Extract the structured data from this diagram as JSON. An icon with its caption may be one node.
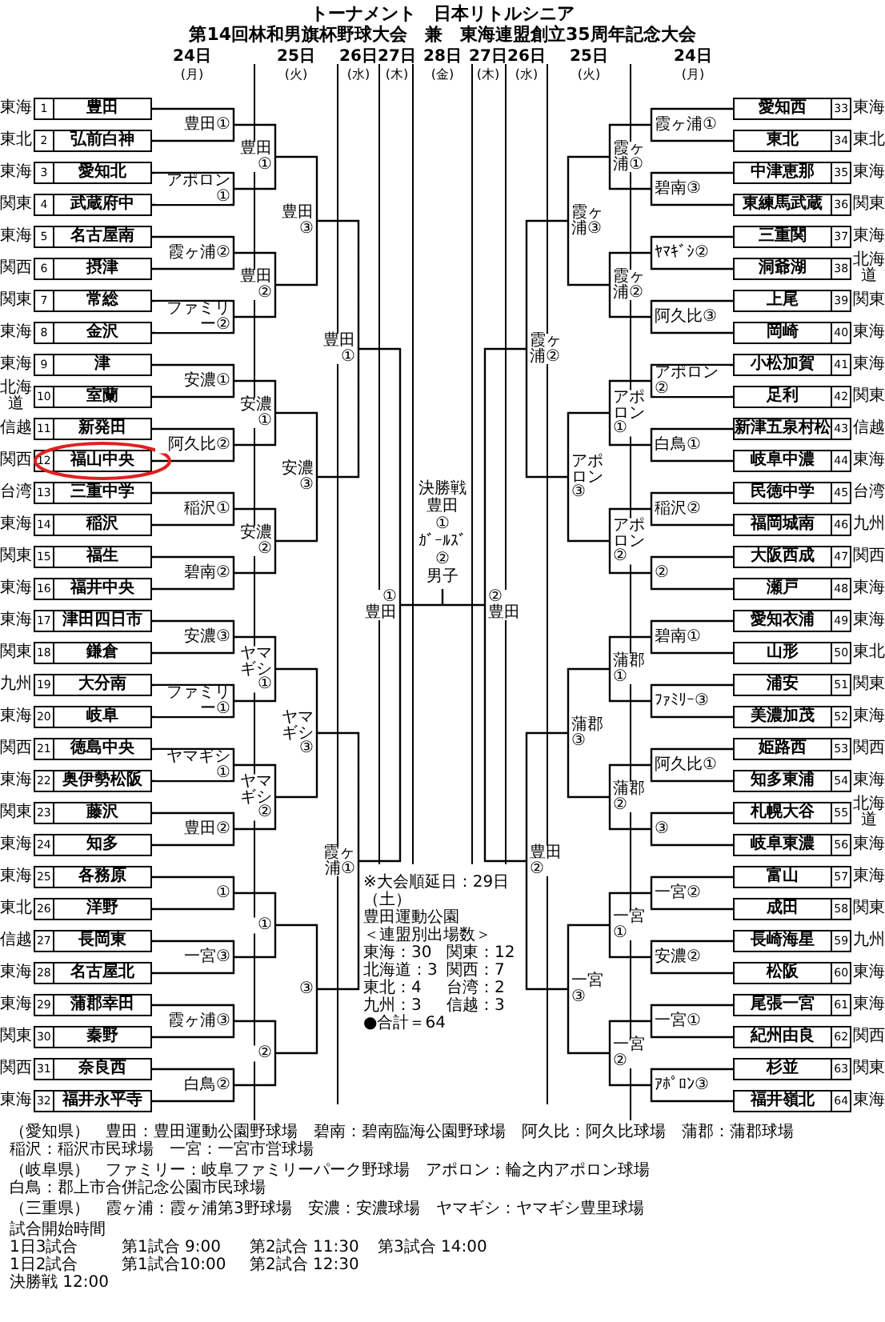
{
  "diagram": {
    "title": "トーナメント　日本リトルシニア",
    "nodes": [
      {
        "text": [
          "1",
          "豊田"
        ],
        "beside": [
          "東海"
        ]
      },
      {
        "text": [
          "2",
          "弘前白神"
        ],
        "beside": [
          "東北"
        ]
      },
      {
        "text": [
          "3",
          "愛知北"
        ],
        "beside": [
          "東海"
        ]
      },
      {
        "text": [
          "4",
          "武蔵府中"
        ],
        "beside": [
          "関東"
        ]
      },
      {
        "text": [
          "5",
          "名古屋南"
        ],
        "beside": [
          "東海"
        ]
      },
      {
        "text": [
          "6",
          "摂津"
        ],
        "beside": [
          "関西"
        ]
      },
      {
        "text": [
          "7",
          "常総"
        ],
        "beside": [
          "関東"
        ]
      },
      {
        "text": [
          "8",
          "金沢"
        ],
        "beside": [
          "東海"
        ]
      },
      {
        "text": [
          "9",
          "津"
        ],
        "beside": [
          "東海"
        ]
      },
      {
        "text": [
          "10",
          "室蘭"
        ],
        "beside": [
          "北海道"
        ]
      },
      {
        "text": [
          "11",
          "新発田"
        ],
        "beside": [
          "信越"
        ]
      },
      {
        "text": [
          "12",
          "福山中央"
        ],
        "beside": [
          "関西"
        ]
      },
      {
        "text": [
          "13",
          "三重中学"
        ],
        "beside": [
          "台湾"
        ]
      },
      {
        "text": [
          "14",
          "稲沢"
        ],
        "beside": [
          "東海"
        ]
      },
      {
        "text": [
          "15",
          "福生"
        ],
        "beside": [
          "関東"
        ]
      },
      {
        "text": [
          "16",
          "福井中央"
        ],
        "beside": [
          "東海"
        ]
      },
      {
        "text": [
          "17",
          "津田四日市"
        ],
        "beside": [
          "東海"
        ]
      },
      {
        "text": [
          "18",
          "鎌倉"
        ],
        "beside": [
          "関東"
        ]
      },
      {
        "text": [
          "19",
          "大分南"
        ],
        "beside": [
          "九州"
        ]
      },
      {
        "text": [
          "20",
          "岐阜"
        ],
        "beside": [
          "東海"
        ]
      },
      {
        "text": [
          "21",
          "徳島中央"
        ],
        "beside": [
          "関西"
        ]
      },
      {
        "text": [
          "22",
          "奥伊勢松阪"
        ],
        "beside": [
          "東海"
        ]
      },
      {
        "text": [
          "23",
          "藤沢"
        ],
        "beside": [
          "関東"
        ]
      },
      {
        "text": [
          "24",
          "知多"
        ],
        "beside": [
          "東海"
        ]
      },
      {
        "text": [
          "25",
          "各務原"
        ],
        "beside": [
          "東海"
        ]
      },
      {
        "text": [
          "26",
          "洋野"
        ],
        "beside": [
          "東北"
        ]
      },
      {
        "text": [
          "27",
          "長岡東"
        ],
        "beside": [
          "信越"
        ]
      },
      {
        "text": [
          "28",
          "名古屋北"
        ],
        "beside": [
          "東海"
        ]
      },
      {
        "text": [
          "29",
          "蒲郡幸田"
        ],
        "beside": [
          "東海"
        ]
      },
      {
        "text": [
          "30",
          "秦野"
        ],
        "beside": [
          "関東"
        ]
      },
      {
        "text": [
          "31",
          "奈良西"
        ],
        "beside": [
          "関西"
        ]
      },
      {
        "text": [
          "32",
          "福井永平寺"
        ],
        "beside": [
          "東海"
        ]
      },
      {
        "text": [
          "愛知西",
          "33"
        ],
        "beside": [
          "東海"
        ]
      },
      {
        "text": [
          "東北",
          "34"
        ],
        "beside": [
          "東北"
        ]
      },
      {
        "text": [
          "中津恵那",
          "35"
        ],
        "beside": [
          "東海"
        ]
      },
      {
        "text": [
          "東練馬武蔵",
          "36"
        ],
        "beside": [
          "関東"
        ]
      },
      {
        "text": [
          "三重関",
          "37"
        ],
        "beside": [
          "東海"
        ]
      },
      {
        "text": [
          "洞爺湖",
          "38"
        ],
        "beside": [
          "北海道"
        ]
      },
      {
        "text": [
          "上尾",
          "39"
        ],
        "beside": [
          "関東"
        ]
      },
      {
        "text": [
          "岡崎",
          "40"
        ],
        "beside": [
          "東海"
        ]
      },
      {
        "text": [
          "小松加賀",
          "41"
        ],
        "beside": [
          "東海"
        ]
      },
      {
        "text": [
          "足利",
          "42"
        ],
        "beside": [
          "関東"
        ]
      },
      {
        "text": [
          "新津五泉村松",
          "43"
        ],
        "beside": [
          "信越"
        ]
      },
      {
        "text": [
          "岐阜中濃",
          "44"
        ],
        "beside": [
          "東海"
        ]
      },
      {
        "text": [
          "民徳中学",
          "45"
        ],
        "beside": [
          "台湾"
        ]
      },
      {
        "text": [
          "福岡城南",
          "46"
        ],
        "beside": [
          "九州"
        ]
      },
      {
        "text": [
          "大阪西成",
          "47"
        ],
        "beside": [
          "関西"
        ]
      },
      {
        "text": [
          "瀬戸",
          "48"
        ],
        "beside": [
          "東海"
        ]
      },
      {
        "text": [
          "愛知衣浦",
          "49"
        ],
        "beside": [
          "東海"
        ]
      },
      {
        "text": [
          "山形",
          "50"
        ],
        "beside": [
          "東北"
        ]
      },
      {
        "text": [
          "浦安",
          "51"
        ],
        "beside": [
          "関東"
        ]
      },
      {
        "text": [
          "美濃加茂",
          "52"
        ],
        "beside": [
          "東海"
        ]
      },
      {
        "text": [
          "姫路西",
          "53"
        ],
        "beside": [
          "関西"
        ]
      },
      {
        "text": [
          "知多東浦",
          "54"
        ],
        "beside": [
          "東海"
        ]
      },
      {
        "text": [
          "札幌大谷",
          "55"
        ],
        "beside": [
          "北海道"
        ]
      },
      {
        "text": [
          "岐阜東濃",
          "56"
        ],
        "beside": [
          "東海"
        ]
      },
      {
        "text": [
          "富山",
          "57"
        ],
        "beside": [
          "東海"
        ]
      },
      {
        "text": [
          "成田",
          "58"
        ],
        "beside": [
          "関東"
        ]
      },
      {
        "text": [
          "長崎海星",
          "59"
        ],
        "beside": [
          "九州"
        ]
      },
      {
        "text": [
          "松阪",
          "60"
        ],
        "beside": [
          "東海"
        ]
      },
      {
        "text": [
          "尾張一宮",
          "61"
        ],
        "beside": [
          "東海"
        ]
      },
      {
        "text": [
          "紀州由良",
          "62"
        ],
        "beside": [
          "関西"
        ]
      },
      {
        "text": [
          "杉並",
          "63"
        ],
        "beside": [
          "関東"
        ]
      },
      {
        "text": [
          "福井嶺北",
          "64"
        ],
        "beside": [
          "東海"
        ]
      }
    ],
    "labels": [
      "第14回林和男旗杯野球大会　兼　東海連盟創立35周年記念大会",
      "24日",
      "(月)",
      "25日",
      "(火)",
      "26日",
      "(水)",
      "27日",
      "(木)",
      "28日",
      "(金)",
      "27日",
      "(木)",
      "26日",
      "(水)",
      "25日",
      "(火)",
      "24日",
      "(月)",
      "豊田①",
      "アポロン①",
      "霞ヶ浦②",
      "ファミリー②",
      "安濃①",
      "阿久比②",
      "稲沢①",
      "碧南②",
      "安濃③",
      "ファミリー①",
      "ヤマギシ①",
      "豊田②",
      "①",
      "一宮③",
      "霞ヶ浦③",
      "白鳥②",
      "豊田①",
      "豊田②",
      "安濃①",
      "安濃②",
      "ヤマギシ①",
      "ヤマギシ②",
      "①",
      "②",
      "豊田③",
      "安濃③",
      "ヤマギシ③",
      "③",
      "豊田①",
      "霞ヶ浦①",
      "① 豊田",
      "霞ヶ浦①",
      "碧南③",
      "ﾔﾏｷﾞｼ②",
      "阿久比③",
      "アポロン②",
      "白鳥①",
      "稲沢②",
      "②",
      "碧南①",
      "ﾌｧﾐﾘｰ③",
      "阿久比①",
      "③",
      "一宮②",
      "安濃②",
      "一宮①",
      "ｱﾎﾟﾛﾝ③",
      "霞ヶ浦①",
      "霞ヶ浦②",
      "アポロン①",
      "アポロン②",
      "蒲郡①",
      "蒲郡②",
      "一宮①",
      "一宮②",
      "霞ヶ浦③",
      "アポロン③",
      "蒲郡③",
      "一宮③",
      "霞ヶ浦②",
      "豊田②",
      "② 豊田",
      "決勝戦",
      "豊田",
      "①",
      "ｶﾞｰﾙｽﾞ",
      "②",
      "男子",
      "※大会順延日：29日（土）",
      "豊田運動公園",
      "＜連盟別出場数＞",
      "東海：30",
      "関東：12",
      "北海道：3",
      "関西：7",
      "東北：4",
      "台湾：2",
      "九州：3",
      "信越：3",
      "●合計＝64",
      "（愛知県）",
      "豊田：豊田運動公園野球場",
      "碧南：碧南臨海公園野球場",
      "阿久比：阿久比球場",
      "蒲郡：蒲郡球場",
      "稲沢：稲沢市民球場",
      "一宮：一宮市営球場",
      "（岐阜県）",
      "ファミリー：岐阜ファミリーパーク野球場",
      "アポロン：輪之内アポロン球場",
      "白鳥：郡上市合併記念公園市民球場",
      "（三重県）",
      "霞ヶ浦：霞ヶ浦第3野球場",
      "安濃：安濃球場",
      "ヤマギシ：ヤマギシ豊里球場",
      "試合開始時間",
      "1日3試合",
      "第1試合 9:00",
      "第2試合 11:30",
      "第3試合 14:00",
      "1日2試合",
      "第1試合10:00",
      "第2試合 12:30",
      "決勝戦 12:00"
    ]
  }
}
